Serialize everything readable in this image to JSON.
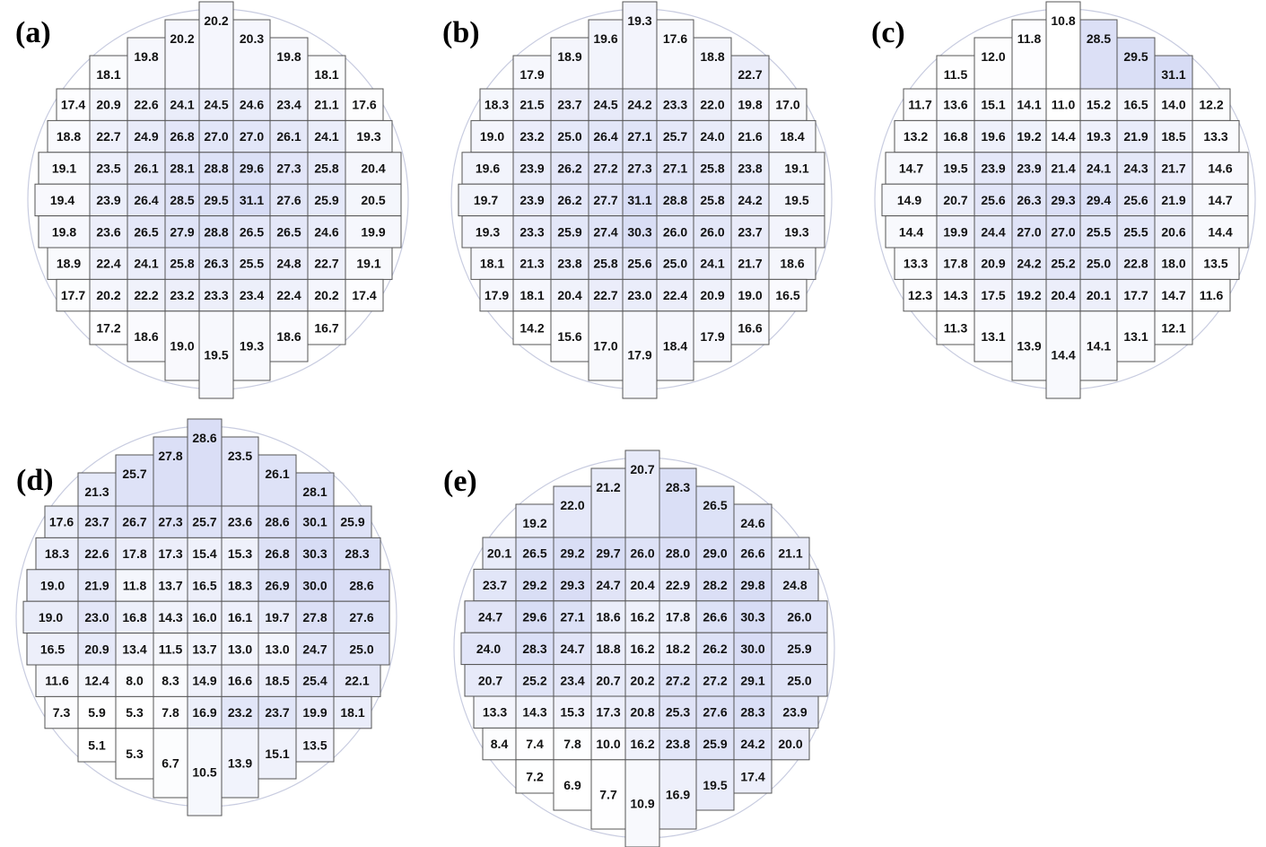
{
  "figure": {
    "panels": [
      {
        "id": "a",
        "label": "(a)",
        "rows": [
          [
            "18.1",
            "19.8",
            "20.2",
            "20.2",
            "20.3",
            "19.8",
            "18.1"
          ],
          [
            "17.4",
            "20.9",
            "22.6",
            "24.1",
            "24.5",
            "24.6",
            "23.4",
            "21.1",
            "17.6"
          ],
          [
            "18.8",
            "22.7",
            "24.9",
            "26.8",
            "27.0",
            "27.0",
            "26.1",
            "24.1",
            "19.3"
          ],
          [
            "19.1",
            "23.5",
            "26.1",
            "28.1",
            "28.8",
            "29.6",
            "27.3",
            "25.8",
            "20.4"
          ],
          [
            "19.4",
            "23.9",
            "26.4",
            "28.5",
            "29.5",
            "31.1",
            "27.6",
            "25.9",
            "20.5"
          ],
          [
            "19.8",
            "23.6",
            "26.5",
            "27.9",
            "28.8",
            "26.5",
            "26.5",
            "24.6",
            "19.9"
          ],
          [
            "18.9",
            "22.4",
            "24.1",
            "25.8",
            "26.3",
            "25.5",
            "24.8",
            "22.7",
            "19.1"
          ],
          [
            "17.7",
            "20.2",
            "22.2",
            "23.2",
            "23.3",
            "23.4",
            "22.4",
            "20.2",
            "17.4"
          ],
          [
            "17.2",
            "18.6",
            "19.0",
            "19.5",
            "19.3",
            "18.6",
            "16.7"
          ]
        ]
      },
      {
        "id": "b",
        "label": "(b)",
        "rows": [
          [
            "17.9",
            "18.9",
            "19.6",
            "19.3",
            "17.6",
            "18.8",
            "22.7"
          ],
          [
            "18.3",
            "21.5",
            "23.7",
            "24.5",
            "24.2",
            "23.3",
            "22.0",
            "19.8",
            "17.0"
          ],
          [
            "19.0",
            "23.2",
            "25.0",
            "26.4",
            "27.1",
            "25.7",
            "24.0",
            "21.6",
            "18.4"
          ],
          [
            "19.6",
            "23.9",
            "26.2",
            "27.2",
            "27.3",
            "27.1",
            "25.8",
            "23.8",
            "19.1"
          ],
          [
            "19.7",
            "23.9",
            "26.2",
            "27.7",
            "31.1",
            "28.8",
            "25.8",
            "24.2",
            "19.5"
          ],
          [
            "19.3",
            "23.3",
            "25.9",
            "27.4",
            "30.3",
            "26.0",
            "26.0",
            "23.7",
            "19.3"
          ],
          [
            "18.1",
            "21.3",
            "23.8",
            "25.8",
            "25.6",
            "25.0",
            "24.1",
            "21.7",
            "18.6"
          ],
          [
            "17.9",
            "18.1",
            "20.4",
            "22.7",
            "23.0",
            "22.4",
            "20.9",
            "19.0",
            "16.5"
          ],
          [
            "14.2",
            "15.6",
            "17.0",
            "17.9",
            "18.4",
            "17.9",
            "16.6"
          ]
        ]
      },
      {
        "id": "c",
        "label": "(c)",
        "rows": [
          [
            "11.5",
            "12.0",
            "11.8",
            "10.8",
            "28.5",
            "29.5",
            "31.1"
          ],
          [
            "11.7",
            "13.6",
            "15.1",
            "14.1",
            "11.0",
            "15.2",
            "16.5",
            "14.0",
            "12.2"
          ],
          [
            "13.2",
            "16.8",
            "19.6",
            "19.2",
            "14.4",
            "19.3",
            "21.9",
            "18.5",
            "13.3"
          ],
          [
            "14.7",
            "19.5",
            "23.9",
            "23.9",
            "21.4",
            "24.1",
            "24.3",
            "21.7",
            "14.6"
          ],
          [
            "14.9",
            "20.7",
            "25.6",
            "26.3",
            "29.3",
            "29.4",
            "25.6",
            "21.9",
            "14.7"
          ],
          [
            "14.4",
            "19.9",
            "24.4",
            "27.0",
            "27.0",
            "25.5",
            "25.5",
            "20.6",
            "14.4"
          ],
          [
            "13.3",
            "17.8",
            "20.9",
            "24.2",
            "25.2",
            "25.0",
            "22.8",
            "18.0",
            "13.5"
          ],
          [
            "12.3",
            "14.3",
            "17.5",
            "19.2",
            "20.4",
            "20.1",
            "17.7",
            "14.7",
            "11.6"
          ],
          [
            "11.3",
            "13.1",
            "13.9",
            "14.4",
            "14.1",
            "13.1",
            "12.1"
          ]
        ]
      },
      {
        "id": "d",
        "label": "(d)",
        "rows": [
          [
            "21.3",
            "25.7",
            "27.8",
            "28.6",
            "23.5",
            "26.1",
            "28.1"
          ],
          [
            "17.6",
            "23.7",
            "26.7",
            "27.3",
            "25.7",
            "23.6",
            "28.6",
            "30.1",
            "25.9"
          ],
          [
            "18.3",
            "22.6",
            "17.8",
            "17.3",
            "15.4",
            "15.3",
            "26.8",
            "30.3",
            "28.3"
          ],
          [
            "19.0",
            "21.9",
            "11.8",
            "13.7",
            "16.5",
            "18.3",
            "26.9",
            "30.0",
            "28.6"
          ],
          [
            "19.0",
            "23.0",
            "16.8",
            "14.3",
            "16.0",
            "16.1",
            "19.7",
            "27.8",
            "27.6"
          ],
          [
            "16.5",
            "20.9",
            "13.4",
            "11.5",
            "13.7",
            "13.0",
            "13.0",
            "24.7",
            "25.0"
          ],
          [
            "11.6",
            "12.4",
            "8.0",
            "8.3",
            "14.9",
            "16.6",
            "18.5",
            "25.4",
            "22.1"
          ],
          [
            "7.3",
            "5.9",
            "5.3",
            "7.8",
            "16.9",
            "23.2",
            "23.7",
            "19.9",
            "18.1"
          ],
          [
            "5.1",
            "5.3",
            "6.7",
            "10.5",
            "13.9",
            "15.1",
            "13.5"
          ]
        ]
      },
      {
        "id": "e",
        "label": "(e)",
        "rows": [
          [
            "19.2",
            "22.0",
            "21.2",
            "20.7",
            "28.3",
            "26.5",
            "24.6"
          ],
          [
            "20.1",
            "26.5",
            "29.2",
            "29.7",
            "26.0",
            "28.0",
            "29.0",
            "26.6",
            "21.1"
          ],
          [
            "23.7",
            "29.2",
            "29.3",
            "24.7",
            "20.4",
            "22.9",
            "28.2",
            "29.8",
            "24.8"
          ],
          [
            "24.7",
            "29.6",
            "27.1",
            "18.6",
            "16.2",
            "17.8",
            "26.6",
            "30.3",
            "26.0"
          ],
          [
            "24.0",
            "28.3",
            "24.7",
            "18.8",
            "16.2",
            "18.2",
            "26.2",
            "30.0",
            "25.9"
          ],
          [
            "20.7",
            "25.2",
            "23.4",
            "20.7",
            "20.2",
            "27.2",
            "27.2",
            "29.1",
            "25.0"
          ],
          [
            "13.3",
            "14.3",
            "15.3",
            "17.3",
            "20.8",
            "25.3",
            "27.6",
            "28.3",
            "23.9"
          ],
          [
            "8.4",
            "7.4",
            "7.8",
            "10.0",
            "16.2",
            "23.8",
            "25.9",
            "24.2",
            "20.0"
          ],
          [
            "7.2",
            "6.9",
            "7.7",
            "10.9",
            "16.9",
            "19.5",
            "17.4"
          ]
        ]
      }
    ]
  }
}
